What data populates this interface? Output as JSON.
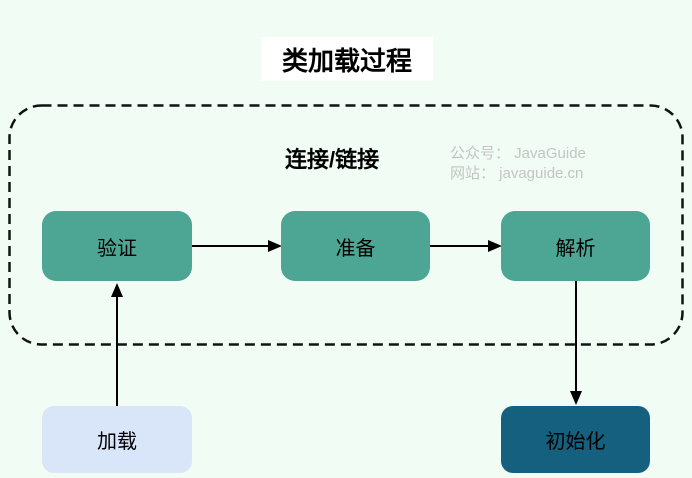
{
  "page": {
    "title": "类加载过程",
    "background_color": "#F0FCF4"
  },
  "container": {
    "label": "连接/链接",
    "border_style": "dashed",
    "border_color": "#111111"
  },
  "watermark": {
    "line1": "公众号： JavaGuide",
    "line2": "网站： javaguide.cn",
    "color": "#C3C5C4"
  },
  "diagram": {
    "type": "flowchart",
    "nodes": [
      {
        "id": "load",
        "label": "加载",
        "fill": "#D9E6FA",
        "text_color": "#000000"
      },
      {
        "id": "verify",
        "label": "验证",
        "fill": "#4DA593",
        "text_color": "#000000"
      },
      {
        "id": "prepare",
        "label": "准备",
        "fill": "#4DA593",
        "text_color": "#000000"
      },
      {
        "id": "resolve",
        "label": "解析",
        "fill": "#4DA593",
        "text_color": "#000000"
      },
      {
        "id": "initialize",
        "label": "初始化",
        "fill": "#16607F",
        "text_color": "#000000"
      }
    ],
    "edges": [
      {
        "from": "加载",
        "to": "验证",
        "direction": "up"
      },
      {
        "from": "验证",
        "to": "准备",
        "direction": "right"
      },
      {
        "from": "准备",
        "to": "解析",
        "direction": "right"
      },
      {
        "from": "解析",
        "to": "初始化",
        "direction": "down"
      }
    ]
  }
}
